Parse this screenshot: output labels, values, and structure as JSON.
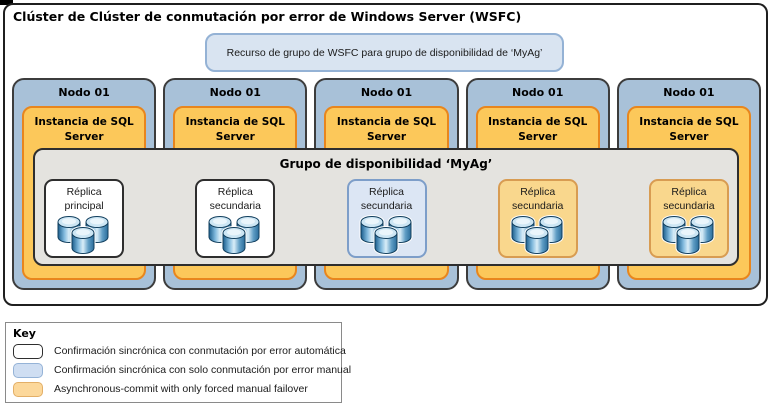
{
  "diagram_title": "Clúster de Clúster de conmutación por error de Windows Server (WSFC)",
  "wsfc_resource": {
    "label": "Recurso de grupo de WSFC para grupo de disponibilidad de ‘MyAg’"
  },
  "availability_group": {
    "label": "Grupo de disponibilidad ‘MyAg’"
  },
  "nodes": [
    {
      "name": "Nodo 01",
      "instance": "Instancia de SQL Server"
    },
    {
      "name": "Nodo 01",
      "instance": "Instancia de SQL Server"
    },
    {
      "name": "Nodo 01",
      "instance": "Instancia de SQL Server"
    },
    {
      "name": "Nodo 01",
      "instance": "Instancia de SQL Server"
    },
    {
      "name": "Nodo 01",
      "instance": "Instancia de SQL Server"
    }
  ],
  "replicas": [
    {
      "label": "Réplica principal",
      "mode": "sync-commit-automatic-failover"
    },
    {
      "label": "Réplica secundaria",
      "mode": "sync-commit-automatic-failover"
    },
    {
      "label": "Réplica secundaria",
      "mode": "sync-commit-manual-failover"
    },
    {
      "label": "Réplica secundaria",
      "mode": "async-commit-forced-failover"
    },
    {
      "label": "Réplica secundaria",
      "mode": "async-commit-forced-failover"
    }
  ],
  "key": {
    "title": "Key",
    "items": [
      {
        "label": "Confirmación sincrónica con conmutación por error automática",
        "mode": "sync-commit-automatic-failover",
        "swatch_fill": "#ffffff",
        "swatch_border": "#2e2e2e"
      },
      {
        "label": "Confirmación sincrónica con solo conmutación por error manual",
        "mode": "sync-commit-manual-failover",
        "swatch_fill": "#cfdef2",
        "swatch_border": "#95b3d7"
      },
      {
        "label": "Asynchronous-commit with only forced manual failover",
        "mode": "async-commit-forced-failover",
        "swatch_fill": "#fcd89b",
        "swatch_border": "#e3af67"
      }
    ]
  },
  "icons": {
    "database": "database-cylinders-icon"
  },
  "colors": {
    "node_fill": "#a8c1d8",
    "node_border": "#3c3c3c",
    "sql_instance_fill": "#fcc85a",
    "sql_instance_border": "#e8861d",
    "ag_band_fill": "#e4e3df",
    "resource_fill": "#d9e4f1",
    "resource_border": "#94b2d5",
    "replica_sync_manual_fill": "#dce6f4",
    "replica_sync_manual_border": "#7d9ec9",
    "replica_async_fill": "#f9d78d",
    "replica_async_border": "#d89c52",
    "db_cylinder_blue": "#2a6d9b"
  }
}
